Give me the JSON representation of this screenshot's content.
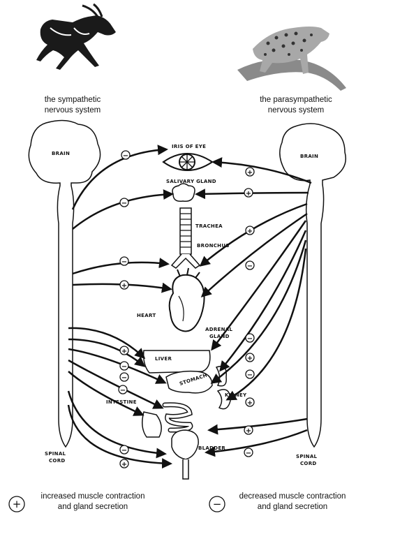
{
  "captions": {
    "sympathetic": [
      "the sympathetic",
      "nervous system"
    ],
    "parasympathetic": [
      "the parasympathetic",
      "nervous system"
    ]
  },
  "brain_labels": {
    "left": "BRAIN",
    "right": "BRAIN"
  },
  "spinal_labels": {
    "left": [
      "SPINAL",
      "CORD"
    ],
    "right": [
      "SPINAL",
      "CORD"
    ]
  },
  "organs": {
    "iris": "IRIS OF EYE",
    "salivary": "SALIVARY GLAND",
    "trachea": "TRACHEA",
    "bronchus": "BRONCHUS",
    "heart": "HEART",
    "adrenal": [
      "ADRENAL",
      "GLAND"
    ],
    "liver": "LIVER",
    "stomach": "STOMACH",
    "kidney": "KIDNEY",
    "intestine": "INTESTINE",
    "bladder": "BLADDER"
  },
  "signs": {
    "plus": "+",
    "minus": "−"
  },
  "legend": {
    "plus": [
      "increased muscle contraction",
      "and gland secretion"
    ],
    "minus": [
      "decreased muscle contraction",
      "and gland secretion"
    ]
  },
  "colors": {
    "ink": "#111111",
    "paper": "#ffffff",
    "animal": "#1a1a1a",
    "leopard": "#9a9a9a"
  }
}
